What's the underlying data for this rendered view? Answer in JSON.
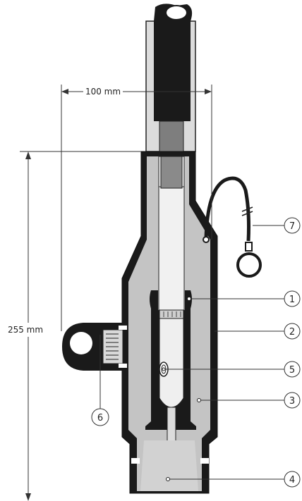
{
  "dimensions": {
    "width_label": "100 mm",
    "height_label": "255 mm"
  },
  "callouts": [
    {
      "number": "1",
      "part": "inner-cavity-marker"
    },
    {
      "number": "2",
      "part": "outer-body"
    },
    {
      "number": "3",
      "part": "grey-insulation"
    },
    {
      "number": "4",
      "part": "bottom-opening"
    },
    {
      "number": "5",
      "part": "connector"
    },
    {
      "number": "6",
      "part": "side-fitting"
    },
    {
      "number": "7",
      "part": "earth-lead"
    }
  ],
  "colors": {
    "body": "#1a1a1a",
    "insulation": "#c4c4c4",
    "cable_sleeve": "#dcdcdc",
    "cable_core": "#7e7e7e",
    "connector": "#efefef",
    "line": "#333333"
  }
}
